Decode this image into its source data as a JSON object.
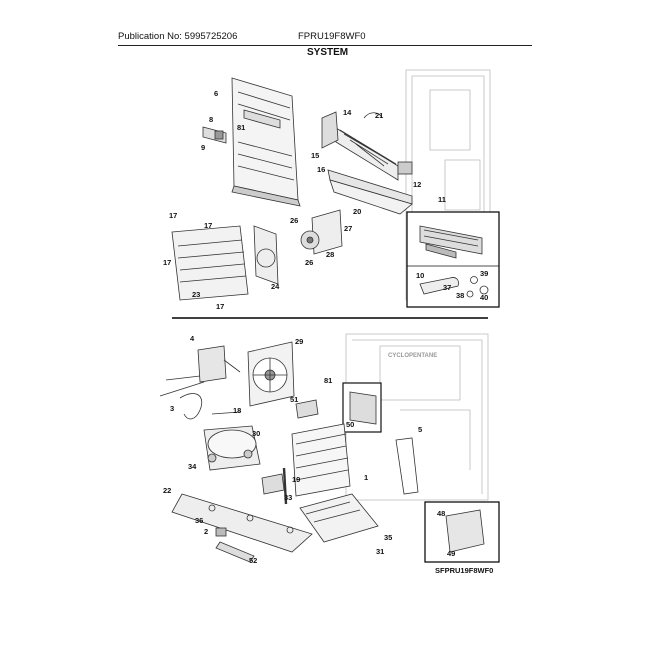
{
  "header": {
    "publication": "Publication No: 5995725206",
    "model": "FPRU19F8WF0",
    "section": "SYSTEM"
  },
  "callouts_top": [
    "6",
    "81",
    "8",
    "9",
    "14",
    "21",
    "15",
    "16",
    "12",
    "20",
    "11",
    "17",
    "17",
    "26",
    "27",
    "26",
    "28",
    "24",
    "17",
    "23",
    "17",
    "10",
    "39",
    "37",
    "38",
    "40"
  ],
  "callouts_bottom": [
    "4",
    "29",
    "81",
    "3",
    "18",
    "51",
    "50",
    "5",
    "30",
    "34",
    "1",
    "22",
    "19",
    "33",
    "36",
    "2",
    "35",
    "31",
    "52",
    "48",
    "49"
  ],
  "cabinet_text": "CYCLOPENTANE",
  "footer_model": "SFPRU19F8WF0"
}
